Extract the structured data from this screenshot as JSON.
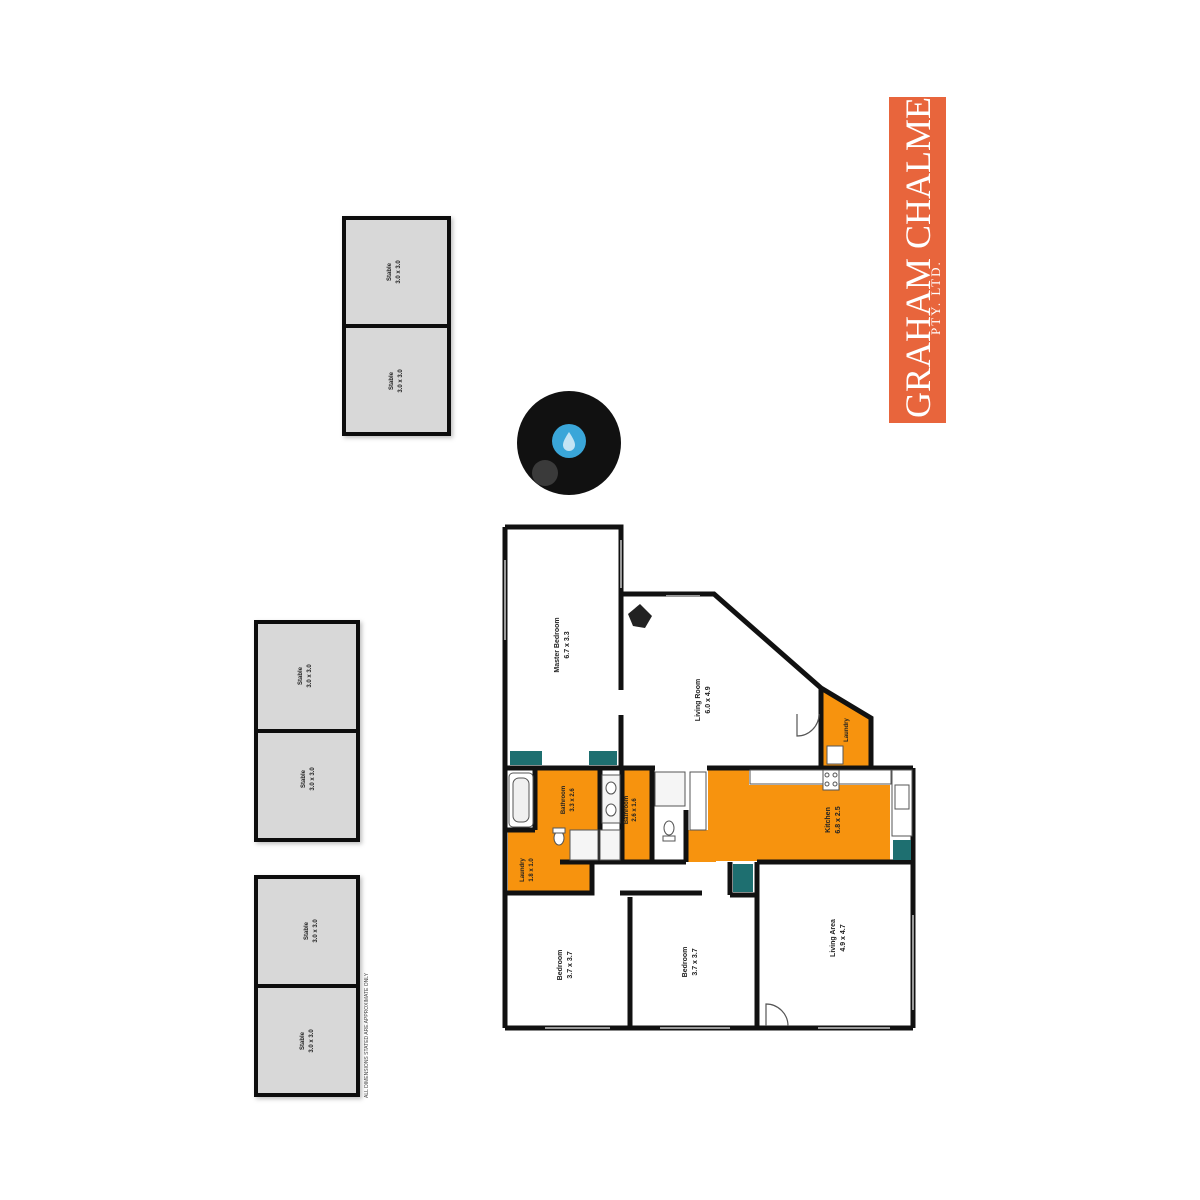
{
  "logo": {
    "main": "GRAHAM CHALMER",
    "sub": "PTY. LTD.",
    "color": "#e8653c"
  },
  "disclaimer": "ALL DIMENSIONS STATED ARE APPROXIMATE ONLY",
  "colors": {
    "wet_area": "#f7930e",
    "stable": "#d8d8d8",
    "wall": "#111111",
    "cupboard": "#1e6f70",
    "pool_water": "#3aa6d9"
  },
  "stables": [
    {
      "name": "Stable",
      "dims": "3.0 x 3.0"
    },
    {
      "name": "Stable",
      "dims": "3.0 x 3.0"
    },
    {
      "name": "Stable",
      "dims": "3.0 x 3.0"
    },
    {
      "name": "Stable",
      "dims": "3.0 x 3.0"
    },
    {
      "name": "Stable",
      "dims": "3.0 x 3.0"
    },
    {
      "name": "Stable",
      "dims": "3.0 x 3.0"
    }
  ],
  "rooms": {
    "master_bedroom": {
      "name": "Master Bedroom",
      "dims": "6.7 x 3.3"
    },
    "living_room": {
      "name": "Living Room",
      "dims": "6.0 x 4.9"
    },
    "laundry_small": {
      "name": "Laundry"
    },
    "bathroom_main": {
      "name": "Bathroom",
      "dims": "3.3 x 2.6"
    },
    "bathroom_small": {
      "name": "Bathroom",
      "dims": "2.6 x 1.6"
    },
    "laundry": {
      "name": "Laundry",
      "dims": "1.8 x 1.0"
    },
    "kitchen": {
      "name": "Kitchen",
      "dims": "6.8 x 2.5"
    },
    "bedroom_1": {
      "name": "Bedroom",
      "dims": "3.7 x 3.7"
    },
    "bedroom_2": {
      "name": "Bedroom",
      "dims": "3.7 x 3.7"
    },
    "living_area": {
      "name": "Living Area",
      "dims": "4.9 x 4.7"
    }
  }
}
